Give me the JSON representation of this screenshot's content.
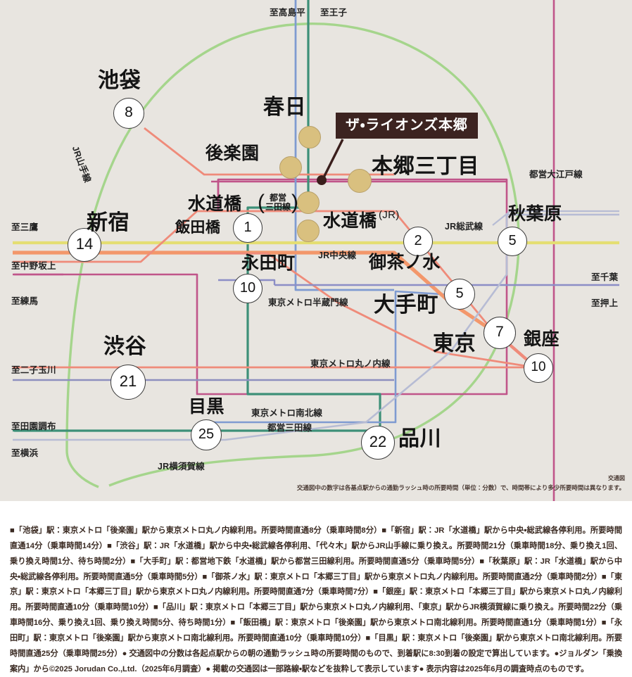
{
  "property": {
    "callout_label": "ザ・ライオンズ本郷"
  },
  "map": {
    "note_tag": "交通図",
    "note_text": "交通図中の数字は各基点駅からの通勤ラッシュ時の所要時間（単位：分数）で、時間帯により多少所要時間は異なります。"
  },
  "stations": [
    {
      "name": "池袋",
      "minutes": "8"
    },
    {
      "name": "春日",
      "minutes": ""
    },
    {
      "name": "後楽園",
      "minutes": ""
    },
    {
      "name": "本郷三丁目",
      "minutes": ""
    },
    {
      "name": "水道橋",
      "minutes": "",
      "paren": "都営\n三田線"
    },
    {
      "name": "水道橋",
      "minutes": "",
      "paren": "(JR)"
    },
    {
      "name": "飯田橋",
      "minutes": "1"
    },
    {
      "name": "新宿",
      "minutes": "14"
    },
    {
      "name": "永田町",
      "minutes": "10"
    },
    {
      "name": "御茶ノ水",
      "minutes": "2"
    },
    {
      "name": "秋葉原",
      "minutes": "5"
    },
    {
      "name": "大手町",
      "minutes": "5"
    },
    {
      "name": "東京",
      "minutes": "7"
    },
    {
      "name": "銀座",
      "minutes": "10"
    },
    {
      "name": "渋谷",
      "minutes": "21"
    },
    {
      "name": "目黒",
      "minutes": "25"
    },
    {
      "name": "品川",
      "minutes": "22"
    }
  ],
  "station_labels": {
    "ikebukuro": "池袋",
    "kasuga": "春日",
    "korakuen": "後楽園",
    "hongo_sanchome": "本郷三丁目",
    "suidobashi_toei": "水道橋",
    "suidobashi_toei_paren_1": "都営",
    "suidobashi_toei_paren_2": "三田線",
    "suidobashi_jr": "水道橋",
    "suidobashi_jr_paren": "(JR)",
    "iidabashi": "飯田橋",
    "shinjuku": "新宿",
    "nagatacho": "永田町",
    "ochanomizu": "御茶ノ水",
    "akihabara": "秋葉原",
    "otemachi": "大手町",
    "tokyo": "東京",
    "ginza": "銀座",
    "shibuya": "渋谷",
    "meguro": "目黒",
    "shinagawa": "品川"
  },
  "minutes": {
    "ikebukuro": "8",
    "iidabashi": "1",
    "shinjuku": "14",
    "nagatacho": "10",
    "ochanomizu": "2",
    "akihabara": "5",
    "otemachi": "5",
    "tokyo": "7",
    "ginza": "10",
    "shibuya": "21",
    "meguro": "25",
    "shinagawa": "22"
  },
  "line_labels": {
    "jr_yamanote": "JR山手線",
    "jr_chuo": "JR中央線",
    "jr_sobu": "JR総武線",
    "jr_yokosuka": "JR横須賀線",
    "toei_oedo": "都営大江戸線",
    "toei_mita": "都営三田線",
    "metro_hanzomon": "東京メトロ半蔵門線",
    "metro_marunouchi": "東京メトロ丸ノ内線",
    "metro_namboku": "東京メトロ南北線"
  },
  "destinations": {
    "takashimadaira": "至高島平",
    "oji": "至王子",
    "mitaka": "至三鷹",
    "nakanosakaue": "至中野坂上",
    "nerima": "至練馬",
    "futakotamagawa": "至二子玉川",
    "denenchofu": "至田園調布",
    "yokohama": "至横浜",
    "chiba": "至千葉",
    "oshiage": "至押上"
  },
  "line_colors": {
    "jr_yamanote": "#a5d58c",
    "jr_chuo": "#f3976b",
    "jr_sobu": "#e4de72",
    "jr_yokosuka": "#b7bcd4",
    "toei_mita": "#3d9078",
    "toei_oedo": "#c0558a",
    "metro_marunouchi": "#ef8b7a",
    "metro_namboku": "#7f9bd1",
    "metro_hanzomon": "#8c8ec6",
    "metro_ginza": "#ef8b7a",
    "tokyu": "#8d8fbf",
    "property_marker": "#3a1f1c",
    "callout_bg": "#3c2320",
    "map_bg": "#e8e5e0",
    "station_dot": "#d9c07f"
  },
  "footnote": {
    "text": "■「池袋」駅：東京メトロ「後楽園」駅から東京メトロ丸ノ内線利用。所要時間直通8分（乗車時間8分）■「新宿」駅：JR「水道橋」駅から中央・総武線各停利用。所要時間直通14分（乗車時間14分）■「渋谷」駅：JR「水道橋」駅から中央・総武線各停利用、「代々木」駅からJR山手線に乗り換え。所要時間21分（乗車時間18分、乗り換え1回、乗り換え時間1分、待ち時間2分）■「大手町」駅：都営地下鉄「水道橋」駅から都営三田線利用。所要時間直通5分（乗車時間5分）■「秋葉原」駅：JR「水道橋」駅から中央・総武線各停利用。所要時間直通5分（乗車時間5分）■「御茶ノ水」駅：東京メトロ「本郷三丁目」駅から東京メトロ丸ノ内線利用。所要時間直通2分（乗車時間2分）■「東京」駅：東京メトロ「本郷三丁目」駅から東京メトロ丸ノ内線利用。所要時間直通7分（乗車時間7分）■「銀座」駅：東京メトロ「本郷三丁目」駅から東京メトロ丸ノ内線利用。所要時間直通10分（乗車時間10分）■「品川」駅：東京メトロ「本郷三丁目」駅から東京メトロ丸ノ内線利用、「東京」駅からJR横須賀線に乗り換え。所要時間22分（乗車時間16分、乗り換え1回、乗り換え時間5分、待ち時間1分）■「飯田橋」駅：東京メトロ「後楽園」駅から東京メトロ南北線利用。所要時間直通1分（乗車時間1分）■「永田町」駅：東京メトロ「後楽園」駅から東京メトロ南北線利用。所要時間直通10分（乗車時間10分）■「目黒」駅：東京メトロ「後楽園」駅から東京メトロ南北線利用。所要時間直通25分（乗車時間25分）● 交通図中の分数は各起点駅からの朝の通勤ラッシュ時の所要時間のもので、到着駅に8:30到着の設定で算出しています。●ジョルダン「乗換案内」から©2025 Jorudan Co.,Ltd.（2025年6月調査）● 掲載の交通図は一部路線・駅などを抜粋して表示しています● 表示内容は2025年6月の調査時点のものです。"
  }
}
